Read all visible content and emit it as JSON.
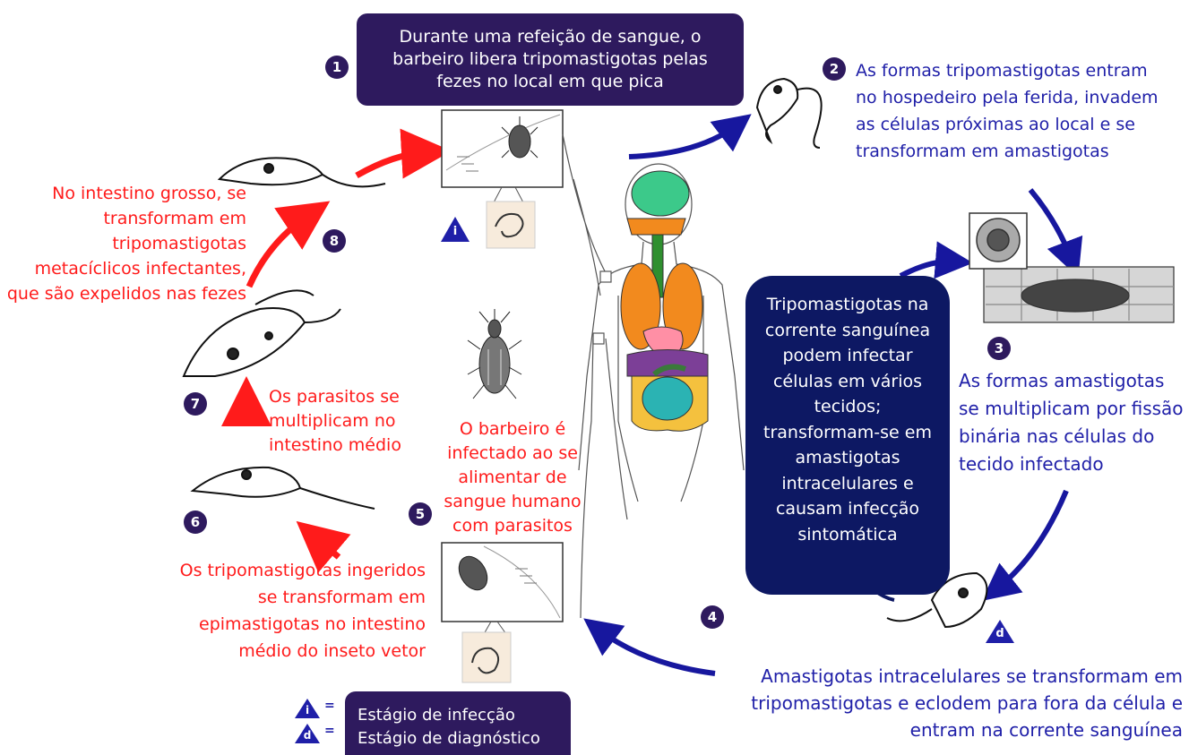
{
  "colors": {
    "red": "#ff1b1b",
    "blue": "#1f1fa8",
    "purple": "#2e1a5e",
    "navy": "#0d1863",
    "arrow_blue": "#17179e"
  },
  "steps": {
    "s1": {
      "num": "1",
      "text": "Durante uma refeição de sangue, o barbeiro libera tripomastigotas pelas fezes no local em que pica"
    },
    "s2": {
      "num": "2",
      "text": "As formas tripomastigotas entram no hospedeiro pela ferida, invadem as células próximas ao local e se transformam em amastigotas"
    },
    "s3": {
      "num": "3",
      "text": "As formas amastigotas se multiplicam por fissão binária nas células do tecido infectado"
    },
    "s4": {
      "num": "4",
      "text": "Amastigotas intracelulares se transformam em tripomastigotas e eclodem para fora da célula e entram na corrente sanguínea"
    },
    "s5": {
      "num": "5",
      "text": "O barbeiro é infectado ao se alimentar de sangue humano com parasitos"
    },
    "s6": {
      "num": "6",
      "text": "Os tripomastigotas ingeridos se transformam em epimastigotas no intestino médio do inseto vetor"
    },
    "s7": {
      "num": "7",
      "text": "Os parasitos se multiplicam no intestino médio"
    },
    "s8": {
      "num": "8",
      "text": "No intestino grosso, se transformam em tripomastigotas metacíclicos infectantes, que são expelidos nas fezes"
    }
  },
  "bloodstream_box": "Tripomastigotas na corrente sanguínea podem infectar células em vários tecidos; transformam-se em amastigotas intracelulares e causam infecção sintomática",
  "legend": {
    "infection_letter": "i",
    "diagnostic_letter": "d",
    "eq": "=",
    "infection": "Estágio de infecção",
    "diagnostic": "Estágio de diagnóstico"
  }
}
